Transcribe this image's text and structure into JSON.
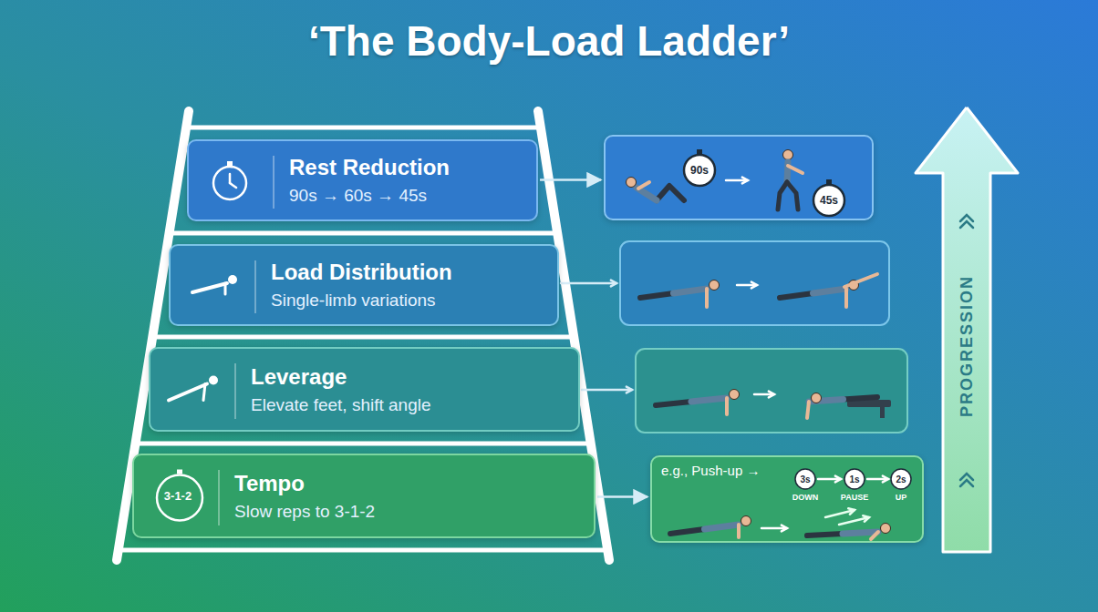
{
  "diagram": {
    "title": "‘The Body-Load Ladder’",
    "nodes": [
      {
        "text": [
          "Rest Reduction",
          "90s → 60s → 45s"
        ]
      },
      {
        "text": [
          "90s",
          "45s"
        ]
      },
      {
        "text": [
          "Load Distribution",
          "Single-limb variations"
        ]
      },
      {
        "text": [
          "Leverage",
          "Elevate feet, shift angle"
        ]
      },
      {
        "text": [
          "Tempo",
          "Slow reps to 3-1-2"
        ]
      },
      {
        "text": [
          "e.g., Push-up →",
          "3s",
          "DOWN",
          "1s",
          "PAUSE",
          "2s",
          "UP"
        ]
      }
    ],
    "edges": [
      {
        "from": 0,
        "to": 1,
        "arrow": "to"
      },
      {
        "from": 4,
        "to": 5,
        "arrow": "to"
      }
    ],
    "labels": [
      "3-1-2",
      "PROGRESSION"
    ]
  }
}
